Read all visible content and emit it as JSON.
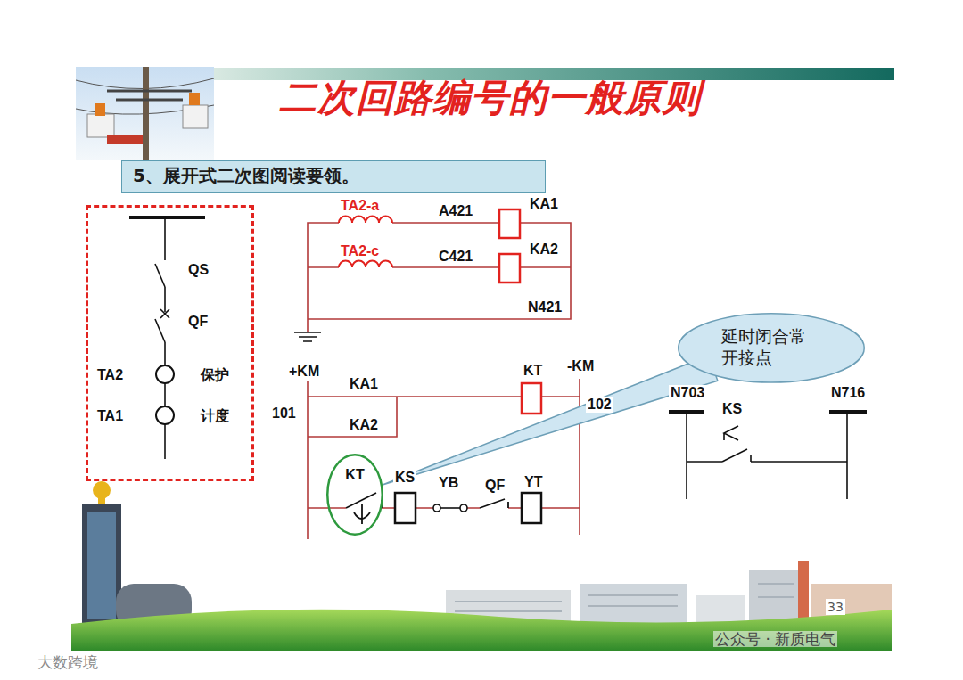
{
  "diagram": {
    "title": "二次回路编号的一般原则",
    "nodes": [
      {
        "text": [
          "5、展开式二次图阅读要领。"
        ]
      },
      {
        "text": [
          "QS",
          "QF",
          "TA2",
          "保护",
          "TA1",
          "计度"
        ]
      },
      {
        "text": [
          "延时闭合常 开接点"
        ]
      },
      {
        "text": [
          "KT"
        ]
      }
    ],
    "edges": [
      {
        "from": 2,
        "to": 3,
        "arrow": "none"
      }
    ],
    "labels": [
      "TA2-a",
      "A421",
      "KA1",
      "TA2-c",
      "C421",
      "KA2",
      "N421",
      "+KM",
      "KT",
      "-KM",
      "101",
      "KA1",
      "102",
      "KA2",
      "KS",
      "YB",
      "QF",
      "YT",
      "N703",
      "KS",
      "N716",
      "33",
      "公众号 · 新质电气",
      "大数跨境"
    ]
  }
}
